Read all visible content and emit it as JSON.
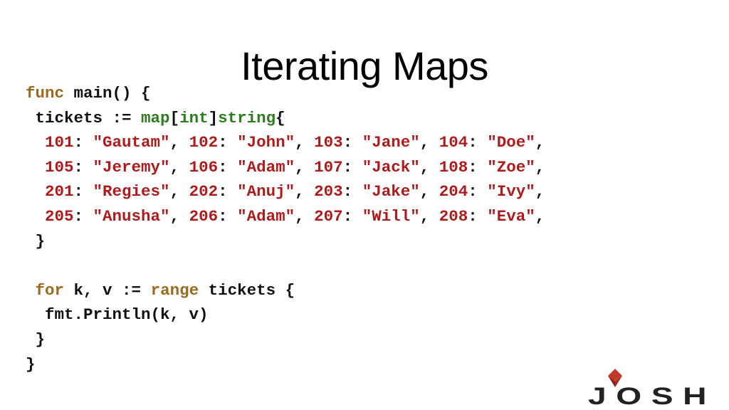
{
  "slide": {
    "title": "Iterating Maps"
  },
  "code": {
    "lines": [
      [
        [
          "kw",
          "func"
        ],
        [
          "plain",
          " main() {"
        ]
      ],
      [
        [
          "plain",
          " tickets := "
        ],
        [
          "ty",
          "map"
        ],
        [
          "plain",
          "["
        ],
        [
          "ty",
          "int"
        ],
        [
          "plain",
          "]"
        ],
        [
          "ty",
          "string"
        ],
        [
          "plain",
          "{"
        ]
      ],
      [
        [
          "plain",
          "  "
        ],
        [
          "num",
          "101"
        ],
        [
          "plain",
          ": "
        ],
        [
          "str",
          "\"Gautam\""
        ],
        [
          "plain",
          ", "
        ],
        [
          "num",
          "102"
        ],
        [
          "plain",
          ": "
        ],
        [
          "str",
          "\"John\""
        ],
        [
          "plain",
          ", "
        ],
        [
          "num",
          "103"
        ],
        [
          "plain",
          ": "
        ],
        [
          "str",
          "\"Jane\""
        ],
        [
          "plain",
          ", "
        ],
        [
          "num",
          "104"
        ],
        [
          "plain",
          ": "
        ],
        [
          "str",
          "\"Doe\""
        ],
        [
          "plain",
          ","
        ]
      ],
      [
        [
          "plain",
          "  "
        ],
        [
          "num",
          "105"
        ],
        [
          "plain",
          ": "
        ],
        [
          "str",
          "\"Jeremy\""
        ],
        [
          "plain",
          ", "
        ],
        [
          "num",
          "106"
        ],
        [
          "plain",
          ": "
        ],
        [
          "str",
          "\"Adam\""
        ],
        [
          "plain",
          ", "
        ],
        [
          "num",
          "107"
        ],
        [
          "plain",
          ": "
        ],
        [
          "str",
          "\"Jack\""
        ],
        [
          "plain",
          ", "
        ],
        [
          "num",
          "108"
        ],
        [
          "plain",
          ": "
        ],
        [
          "str",
          "\"Zoe\""
        ],
        [
          "plain",
          ","
        ]
      ],
      [
        [
          "plain",
          "  "
        ],
        [
          "num",
          "201"
        ],
        [
          "plain",
          ": "
        ],
        [
          "str",
          "\"Regies\""
        ],
        [
          "plain",
          ", "
        ],
        [
          "num",
          "202"
        ],
        [
          "plain",
          ": "
        ],
        [
          "str",
          "\"Anuj\""
        ],
        [
          "plain",
          ", "
        ],
        [
          "num",
          "203"
        ],
        [
          "plain",
          ": "
        ],
        [
          "str",
          "\"Jake\""
        ],
        [
          "plain",
          ", "
        ],
        [
          "num",
          "204"
        ],
        [
          "plain",
          ": "
        ],
        [
          "str",
          "\"Ivy\""
        ],
        [
          "plain",
          ","
        ]
      ],
      [
        [
          "plain",
          "  "
        ],
        [
          "num",
          "205"
        ],
        [
          "plain",
          ": "
        ],
        [
          "str",
          "\"Anusha\""
        ],
        [
          "plain",
          ", "
        ],
        [
          "num",
          "206"
        ],
        [
          "plain",
          ": "
        ],
        [
          "str",
          "\"Adam\""
        ],
        [
          "plain",
          ", "
        ],
        [
          "num",
          "207"
        ],
        [
          "plain",
          ": "
        ],
        [
          "str",
          "\"Will\""
        ],
        [
          "plain",
          ", "
        ],
        [
          "num",
          "208"
        ],
        [
          "plain",
          ": "
        ],
        [
          "str",
          "\"Eva\""
        ],
        [
          "plain",
          ","
        ]
      ],
      [
        [
          "plain",
          " }"
        ]
      ],
      [
        [
          "plain",
          ""
        ]
      ],
      [
        [
          "plain",
          " "
        ],
        [
          "kw",
          "for"
        ],
        [
          "plain",
          " k, v := "
        ],
        [
          "kw",
          "range"
        ],
        [
          "plain",
          " tickets {"
        ]
      ],
      [
        [
          "plain",
          "  fmt.Println(k, v)"
        ]
      ],
      [
        [
          "plain",
          " }"
        ]
      ],
      [
        [
          "plain",
          "}"
        ]
      ]
    ]
  },
  "logo": {
    "text": "JOSH",
    "icon": "ruby-gem-icon",
    "colors": {
      "gem": "#c0392b",
      "gem_dark": "#8e1f16",
      "text": "#222222"
    }
  },
  "colors": {
    "keyword": "#9a6a1e",
    "type": "#2e7d1f",
    "literal": "#b11a1a",
    "text": "#111111"
  }
}
